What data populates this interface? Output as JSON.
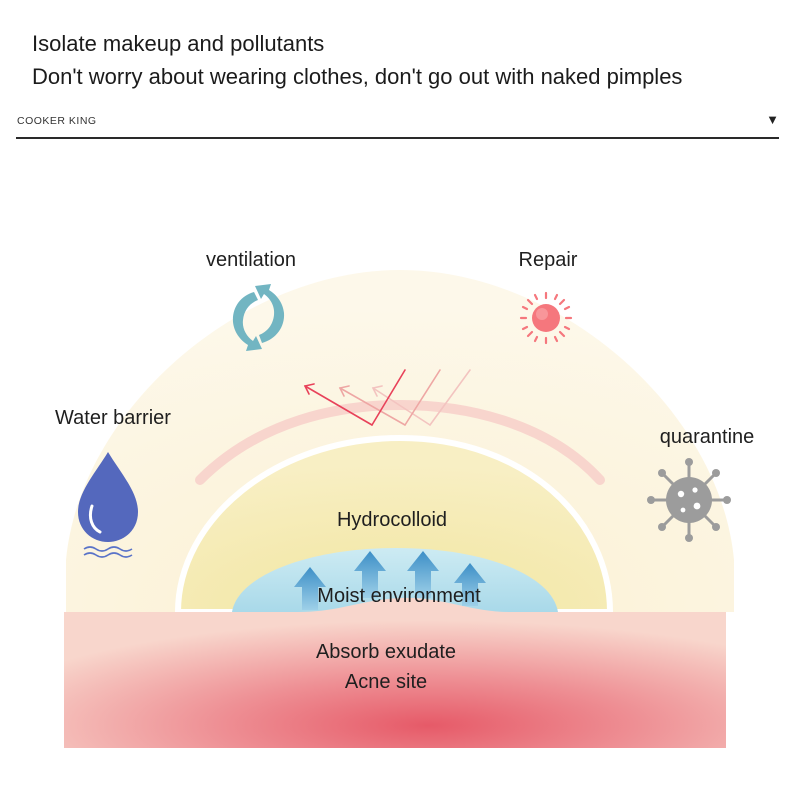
{
  "header": {
    "line1": "Isolate makeup and pollutants",
    "line2": "Don't worry about wearing clothes, don't go out with naked pimples"
  },
  "brand_selector": {
    "brand": "COOKER KING",
    "arrow": "▼"
  },
  "diagram": {
    "ventilation": "ventilation",
    "repair": "Repair",
    "water_barrier": "Water barrier",
    "quarantine": "quarantine",
    "hydrocolloid": "Hydrocolloid",
    "moist_environment": "Moist environment",
    "absorb_exudate": "Absorb exudate",
    "acne_site": "Acne site"
  },
  "icons": {
    "ventilation": "rotate-arrows-icon",
    "repair": "sun-icon",
    "water_barrier": "water-drop-icon",
    "quarantine": "virus-icon",
    "reflection": "reflected-arrows-icon",
    "moisture": "up-arrows-icon"
  },
  "colors": {
    "outer_dome": "#fbf4dc",
    "hydrocolloid": "#f4eab0",
    "moist": "#bfe3ef",
    "skin": "#f3b8b8",
    "skin_center": "#e25e6c",
    "reflect_red": "#e8425a",
    "water_blue": "#5b6fc3",
    "ventilation_teal": "#6fb3c0",
    "sun_red": "#f26a72",
    "virus_gray": "#9a9a9a",
    "arrow_blue": "#3f93c9"
  }
}
